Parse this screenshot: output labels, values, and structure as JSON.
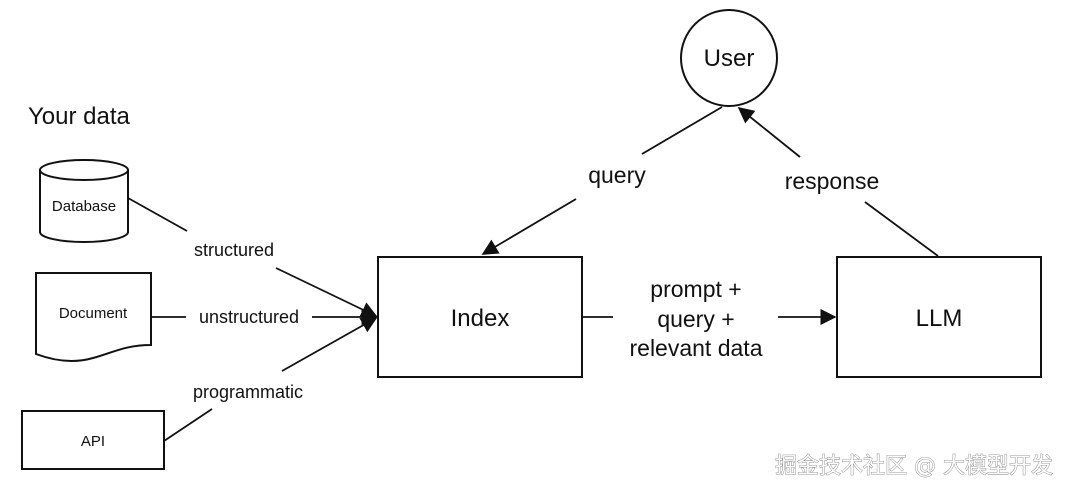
{
  "heading": "Your data",
  "sources": {
    "database": "Database",
    "document": "Document",
    "api": "API"
  },
  "edge_labels": {
    "structured": "structured",
    "unstructured": "unstructured",
    "programmatic": "programmatic",
    "query": "query",
    "response": "response",
    "prompt_line1": "prompt +",
    "prompt_line2": "query +",
    "prompt_line3": "relevant data"
  },
  "nodes": {
    "user": "User",
    "index": "Index",
    "llm": "LLM"
  },
  "watermark": "掘金技术社区 @ 大模型开发"
}
